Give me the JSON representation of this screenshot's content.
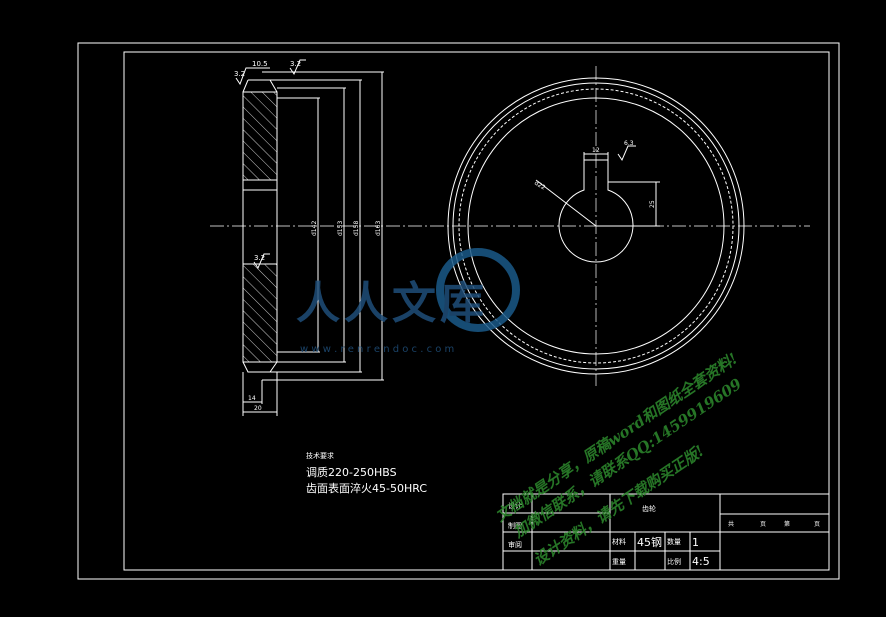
{
  "title_block": {
    "part_name": "齿轮",
    "material_label": "材料",
    "material_value": "45钢",
    "quantity_label": "数量",
    "quantity_value": "1",
    "scale_label": "比例",
    "scale_value": "4:5",
    "weight_label": "重量",
    "sheet_total": "共",
    "sheet_unit": "页",
    "sheet_no": "第",
    "sheet_unit2": "页",
    "row_design": "设计",
    "row_draw": "制图",
    "row_check": "审阅"
  },
  "tech_requirements": {
    "heading": "技术要求",
    "line1": "调质220-250HBS",
    "line2": "齿面表面淬火45-50HRC"
  },
  "side_view": {
    "rough_top_left": "3.2",
    "dim_top": "10.5",
    "rough_top_right": "3.2",
    "rough_mid": "3.2",
    "dia_bore": "d142",
    "dia_2": "d153",
    "dia_3": "d158",
    "dia_4": "d163",
    "dim_hub": "14",
    "dim_width": "20"
  },
  "front_view": {
    "keyway_width": "12",
    "keyway_rough": "6.3",
    "keyway_depth": "25",
    "bore_dia": "d22"
  },
  "watermark": {
    "logo_text": "人人文库",
    "url": "w w w . r e n r e n d o c . c o m",
    "line1": "文档就是分享，原稿word和图纸全套资料!",
    "line2": "加微信联系，请联系QQ:1459919609",
    "line3": "设计资料，请先下载购买正版!"
  }
}
